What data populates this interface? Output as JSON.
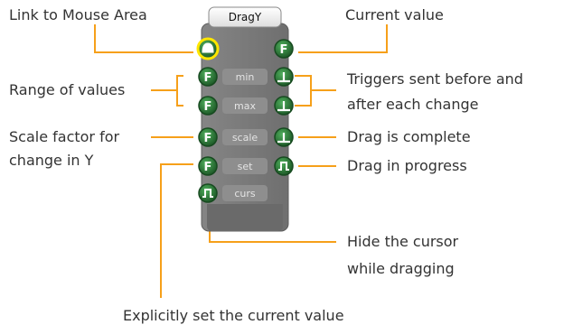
{
  "module": {
    "title": "DragY",
    "ports": {
      "min": "min",
      "max": "max",
      "scale": "scale",
      "set": "set",
      "curs": "curs"
    }
  },
  "annotations": {
    "link_mouse_area": "Link to Mouse Area",
    "current_value": "Current value",
    "range_of_values": "Range of values",
    "triggers_line1": "Triggers sent before and",
    "triggers_line2": "after each change",
    "scale_line1": "Scale factor for",
    "scale_line2": "change in Y",
    "drag_complete": "Drag is complete",
    "drag_progress": "Drag in progress",
    "hide_line1": "Hide the cursor",
    "hide_line2": "while dragging",
    "explicit_set": "Explicitly set the current value"
  },
  "colors": {
    "callout_line": "#f6a01a",
    "module_body": "#7b7b7b",
    "port_green": "#2f7a3a",
    "link_highlight": "#ffe600"
  }
}
